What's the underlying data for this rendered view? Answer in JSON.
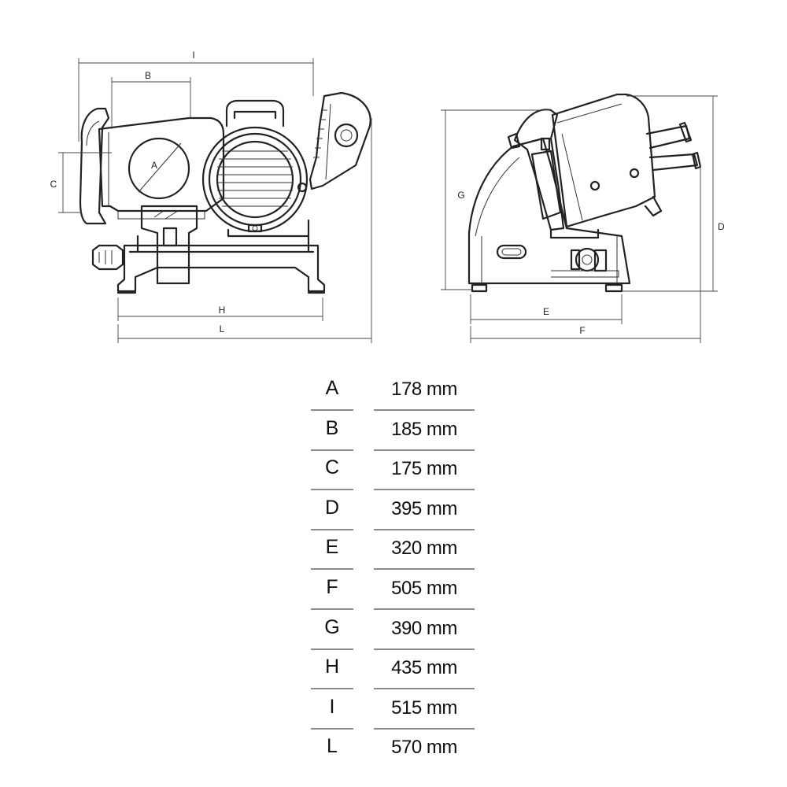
{
  "drawing_labels": {
    "A": "A",
    "B": "B",
    "C": "C",
    "D": "D",
    "E": "E",
    "F": "F",
    "G": "G",
    "H": "H",
    "I": "I",
    "L": "L"
  },
  "dimensions": [
    {
      "letter": "A",
      "value": "178 mm"
    },
    {
      "letter": "B",
      "value": "185 mm"
    },
    {
      "letter": "C",
      "value": "175 mm"
    },
    {
      "letter": "D",
      "value": "395 mm"
    },
    {
      "letter": "E",
      "value": "320 mm"
    },
    {
      "letter": "F",
      "value": "505 mm"
    },
    {
      "letter": "G",
      "value": "390 mm"
    },
    {
      "letter": "H",
      "value": "435 mm"
    },
    {
      "letter": "I",
      "value": "515 mm"
    },
    {
      "letter": "L",
      "value": "570 mm"
    }
  ]
}
